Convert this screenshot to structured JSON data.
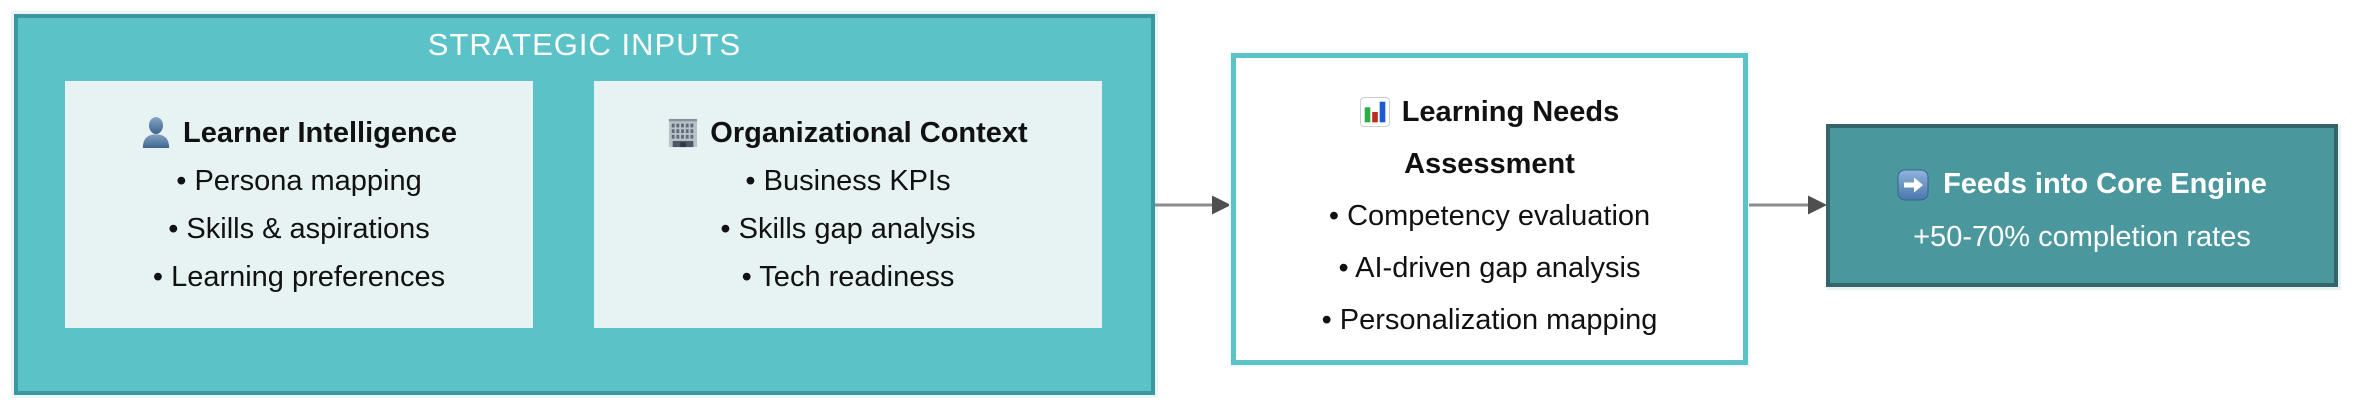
{
  "diagram": {
    "strategic_inputs": {
      "title": "STRATEGIC INPUTS",
      "boxes": [
        {
          "icon": "person-icon",
          "title": "Learner Intelligence",
          "bullets": [
            "• Persona mapping",
            "• Skills & aspirations",
            "• Learning preferences"
          ]
        },
        {
          "icon": "building-icon",
          "title": "Organizational Context",
          "bullets": [
            "• Business KPIs",
            "• Skills gap analysis",
            "• Tech readiness"
          ]
        }
      ]
    },
    "assessment": {
      "icon": "bar-chart-icon",
      "title_line1": "Learning Needs",
      "title_line2": "Assessment",
      "bullets": [
        "• Competency evaluation",
        "• AI-driven gap analysis",
        "• Personalization mapping"
      ]
    },
    "core_engine": {
      "icon": "arrow-right-icon",
      "title": "Feeds into Core Engine",
      "subtitle": "+50-70% completion rates"
    },
    "colors": {
      "container_fill": "#5bc3c8",
      "container_border": "#3a99a0",
      "input_box_fill": "#e6f3f2",
      "assessment_border": "#5bc3c8",
      "core_fill": "#4a989e",
      "core_border": "#34656b",
      "arrow_shaft": "#8c8c8c",
      "arrow_head": "#4f4f4f",
      "title_text": "#ffffff",
      "body_text": "#111111"
    }
  }
}
